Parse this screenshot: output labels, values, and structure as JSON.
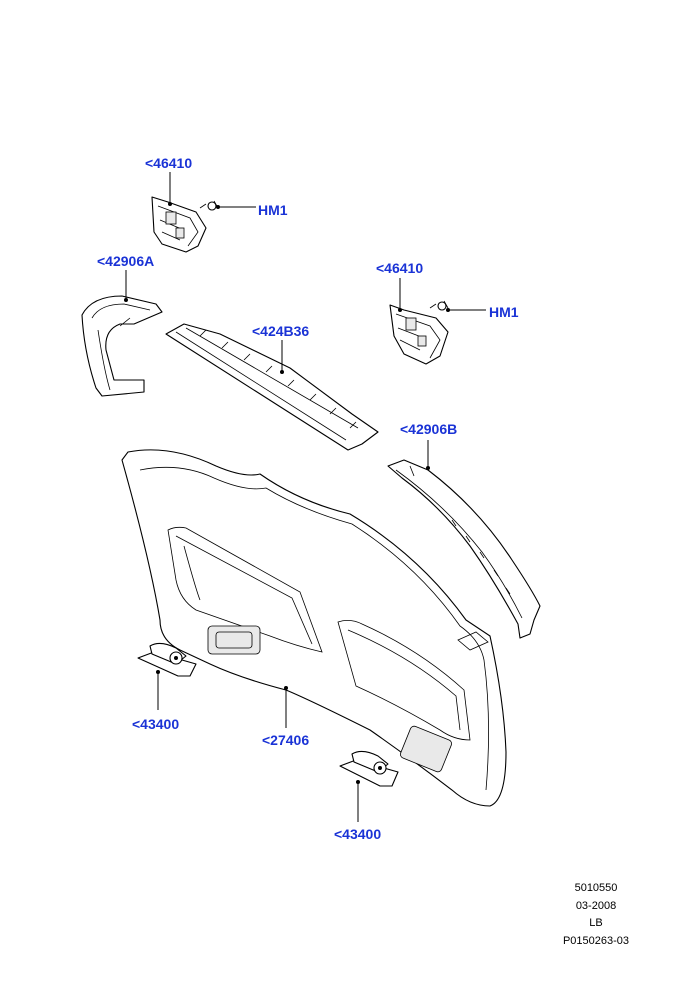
{
  "labels": {
    "bracket_top_left": "<46410",
    "screw_top_left": "HM1",
    "trim_left": "<42906A",
    "bracket_right": "<46410",
    "screw_right": "HM1",
    "header_trim": "<424B36",
    "trim_right": "<42906B",
    "clip_left": "<43400",
    "main_panel": "<27406",
    "clip_right": "<43400"
  },
  "footer": {
    "line1": "5010550",
    "line2": "03-2008",
    "line3": "LB",
    "line4": "P0150263-03"
  },
  "colors": {
    "callout": "#1a33d6",
    "linework": "#000000"
  }
}
